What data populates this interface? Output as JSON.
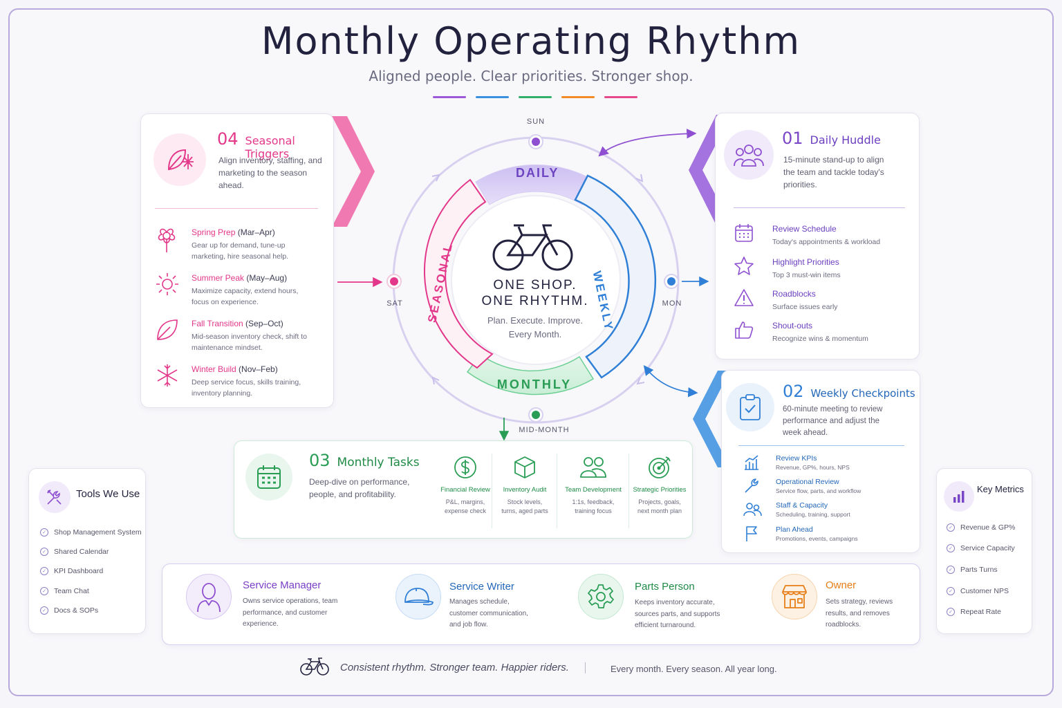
{
  "header": {
    "title": "Monthly Operating Rhythm",
    "subtitle": "Aligned people. Clear priorities. Stronger shop.",
    "stripe_colors": [
      "#9b59d9",
      "#3b8fe0",
      "#31b06a",
      "#f08a24",
      "#e6498a"
    ]
  },
  "wheel": {
    "center_line1": "ONE SHOP.",
    "center_line2": "ONE RHYTHM.",
    "center_tag1": "Plan. Execute. Improve.",
    "center_tag2": "Every Month.",
    "segments": {
      "daily": "DAILY",
      "weekly": "WEEKLY",
      "monthly": "MONTHLY",
      "seasonal": "SEASONAL"
    },
    "nodes": {
      "sun": "SUN",
      "mon": "MON",
      "mid": "MID-MONTH",
      "sat": "SAT"
    }
  },
  "seasonal": {
    "num": "04",
    "title": "Seasonal Triggers",
    "desc": "Align inventory, staffing, and marketing to the season ahead.",
    "items": [
      {
        "name": "Spring Prep",
        "range": "(Mar–Apr)",
        "desc": "Gear up for demand, tune-up marketing, hire seasonal help.",
        "icon": "flower-icon"
      },
      {
        "name": "Summer Peak",
        "range": "(May–Aug)",
        "desc": "Maximize capacity, extend hours, focus on experience.",
        "icon": "sun-icon"
      },
      {
        "name": "Fall Transition",
        "range": "(Sep–Oct)",
        "desc": "Mid-season inventory check, shift to maintenance mindset.",
        "icon": "leaf-icon"
      },
      {
        "name": "Winter Build",
        "range": "(Nov–Feb)",
        "desc": "Deep service focus, skills training, inventory planning.",
        "icon": "snowflake-icon"
      }
    ]
  },
  "daily": {
    "num": "01",
    "title": "Daily Huddle",
    "desc": "15-minute stand-up to align the team and tackle today's priorities.",
    "items": [
      {
        "title": "Review Schedule",
        "desc": "Today's appointments & workload",
        "icon": "calendar-icon"
      },
      {
        "title": "Highlight Priorities",
        "desc": "Top 3 must-win items",
        "icon": "star-icon"
      },
      {
        "title": "Roadblocks",
        "desc": "Surface issues early",
        "icon": "warning-icon"
      },
      {
        "title": "Shout-outs",
        "desc": "Recognize wins & momentum",
        "icon": "thumbs-up-icon"
      }
    ]
  },
  "weekly": {
    "num": "02",
    "title": "Weekly Checkpoints",
    "desc": "60-minute meeting to review performance and adjust the week ahead.",
    "items": [
      {
        "title": "Review KPIs",
        "desc": "Revenue, GP%, hours, NPS",
        "icon": "bar-chart-icon"
      },
      {
        "title": "Operational Review",
        "desc": "Service flow, parts, and workflow",
        "icon": "wrench-icon"
      },
      {
        "title": "Staff & Capacity",
        "desc": "Scheduling, training, support",
        "icon": "people-icon"
      },
      {
        "title": "Plan Ahead",
        "desc": "Promotions, events, campaigns",
        "icon": "flag-icon"
      }
    ]
  },
  "monthly": {
    "num": "03",
    "title": "Monthly Tasks",
    "desc": "Deep-dive on performance, people, and profitability.",
    "items": [
      {
        "title": "Financial Review",
        "desc1": "P&L, margins,",
        "desc2": "expense check",
        "icon": "dollar-icon"
      },
      {
        "title": "Inventory Audit",
        "desc1": "Stock levels,",
        "desc2": "turns, aged parts",
        "icon": "box-icon"
      },
      {
        "title": "Team Development",
        "desc1": "1:1s, feedback,",
        "desc2": "training focus",
        "icon": "team-icon"
      },
      {
        "title": "Strategic Priorities",
        "desc1": "Projects, goals,",
        "desc2": "next month plan",
        "icon": "target-icon"
      }
    ]
  },
  "tools": {
    "title": "Tools We Use",
    "items": [
      "Shop Management System",
      "Shared Calendar",
      "KPI Dashboard",
      "Team Chat",
      "Docs & SOPs"
    ]
  },
  "metrics": {
    "title": "Key Metrics",
    "items": [
      "Revenue & GP%",
      "Service Capacity",
      "Parts Turns",
      "Customer NPS",
      "Repeat Rate"
    ]
  },
  "roles": [
    {
      "title": "Service Manager",
      "desc": "Owns service operations, team performance, and customer experience.",
      "color": "#8e4fd0"
    },
    {
      "title": "Service Writer",
      "desc": "Manages schedule, customer communication, and job flow.",
      "color": "#2f7fd6"
    },
    {
      "title": "Parts Person",
      "desc": "Keeps inventory accurate, sources parts, and supports efficient turnaround.",
      "color": "#2a9d55"
    },
    {
      "title": "Owner",
      "desc": "Sets strategy, reviews results, and removes roadblocks.",
      "color": "#e67e17"
    }
  ],
  "footer": {
    "left": "Consistent rhythm. Stronger team. Happier riders.",
    "right": "Every month. Every season. All year long."
  },
  "colors": {
    "purple": "#8e4fd0",
    "blue": "#2f7fd6",
    "green": "#2a9d55",
    "pink": "#e3378a",
    "orange": "#e67e17"
  }
}
